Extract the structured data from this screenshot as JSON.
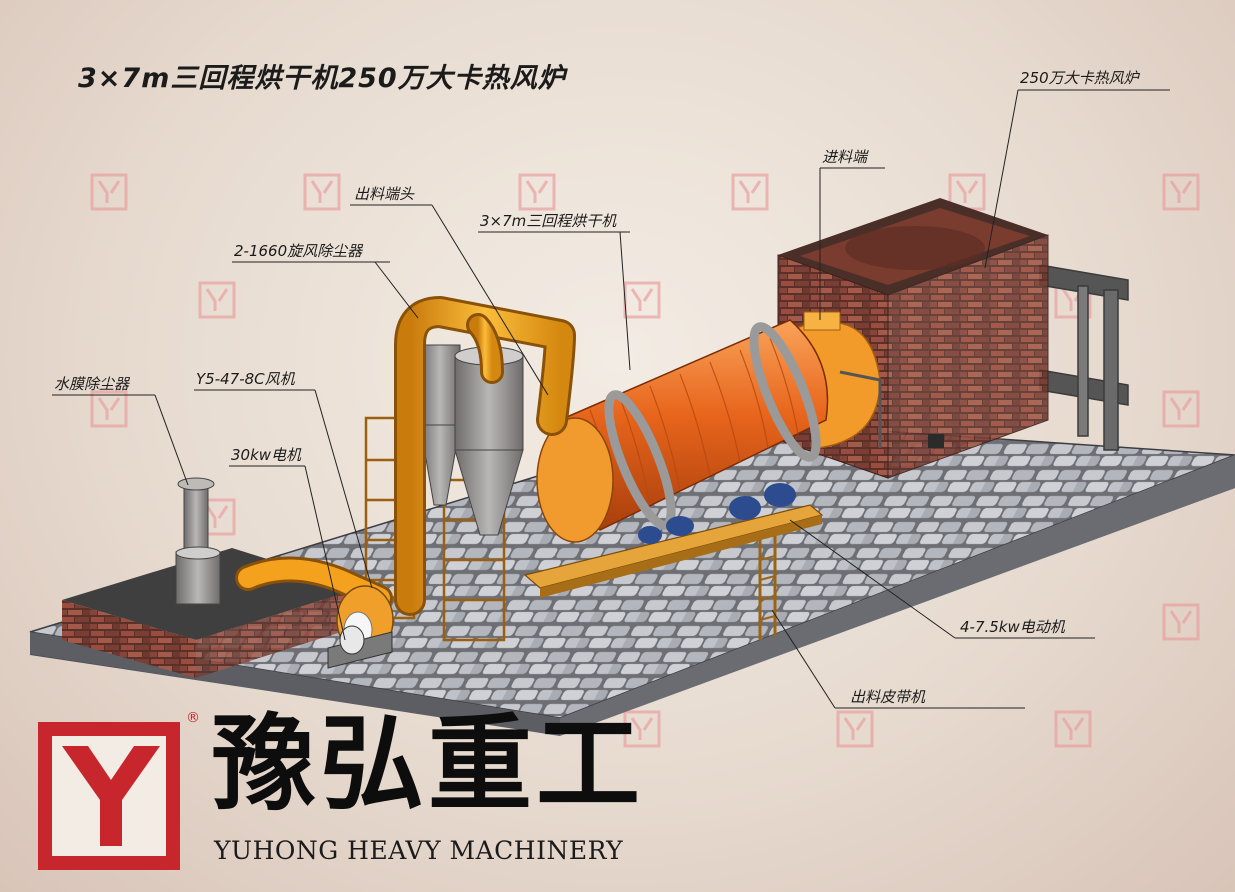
{
  "title": "3×7m三回程烘干机250万大卡热风炉",
  "labels": {
    "furnace": "250万大卡热风炉",
    "feed_end": "进料端",
    "discharge_head": "出料端头",
    "dryer": "3×7m三回程烘干机",
    "cyclone": "2-1660旋风除尘器",
    "water_film": "水膜除尘器",
    "fan": "Y5-47-8C风机",
    "motor_30kw": "30kw电机",
    "motors_75": "4-7.5kw电动机",
    "belt": "出料皮带机"
  },
  "brand": {
    "name_cn": "豫弘重工",
    "name_en": "YUHONG HEAVY MACHINERY",
    "registered": "®"
  },
  "colors": {
    "drum": "#e8651c",
    "duct": "#f4a11d",
    "brick": "#8e4a3c",
    "stone": "#b9bcc4",
    "steel": "#7d7a78",
    "brand_red": "#c8262d"
  }
}
